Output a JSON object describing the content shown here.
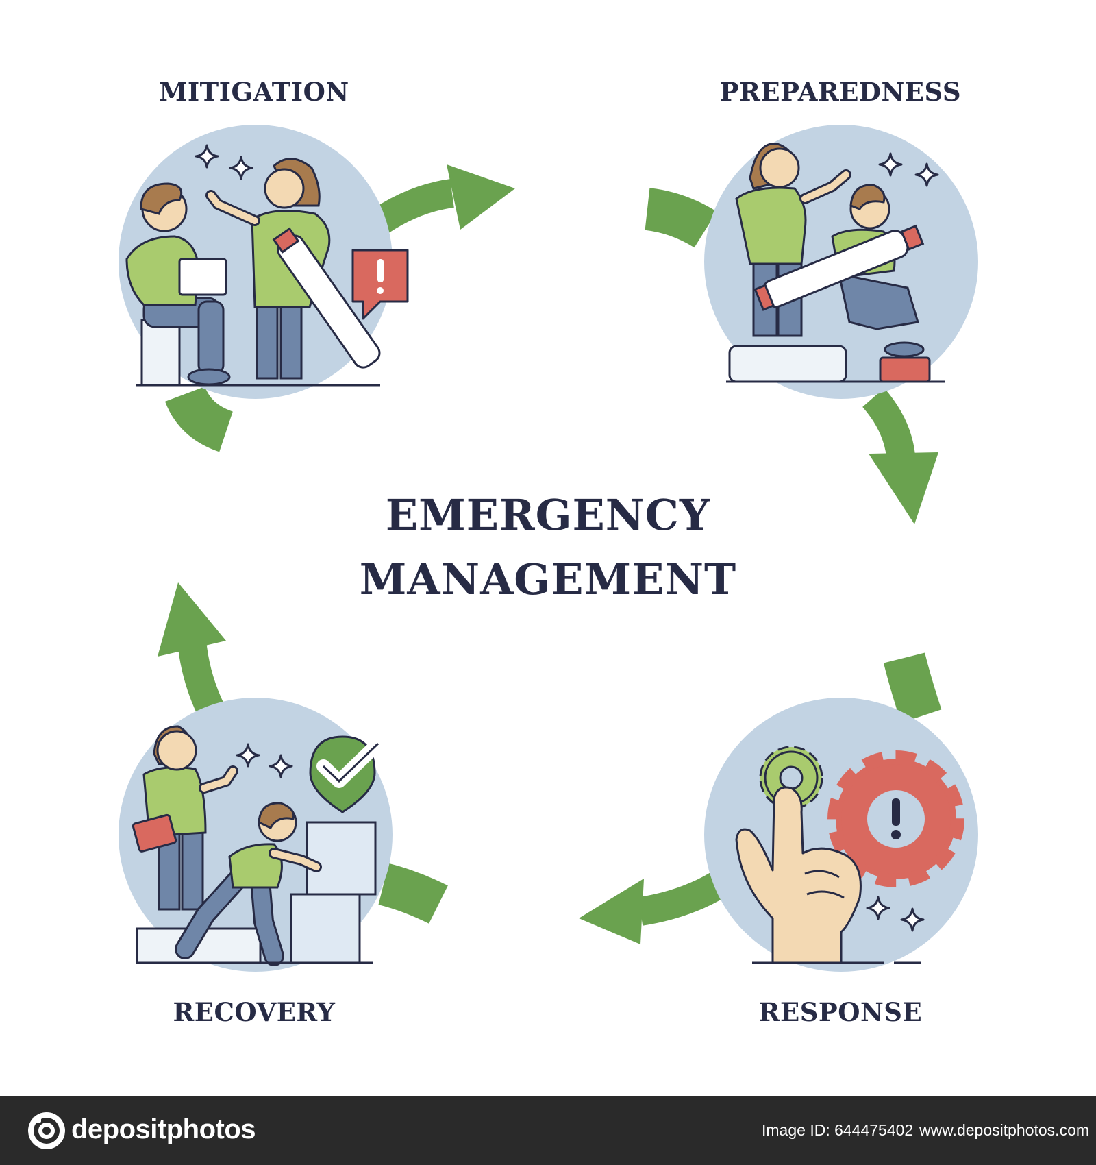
{
  "diagram": {
    "title_line1": "EMERGENCY",
    "title_line2": "MANAGEMENT",
    "stages": [
      {
        "label": "MITIGATION"
      },
      {
        "label": "PREPAREDNESS"
      },
      {
        "label": "RESPONSE"
      },
      {
        "label": "RECOVERY"
      }
    ],
    "flow": "clockwise cycle: MITIGATION → PREPAREDNESS → RESPONSE → RECOVERY → MITIGATION"
  },
  "footer": {
    "brand": "depositphotos",
    "image_id": "Image ID: 644475402",
    "site": "www.depositphotos.com"
  },
  "colors": {
    "arrow": "#6aa24f",
    "circle": "#c2d3e3",
    "text": "#272b45",
    "shirt": "#a9cb6e",
    "pants": "#6f86a8",
    "alert": "#d9695f",
    "footer_bg": "#2a2a2a"
  },
  "icons": [
    "alert-bubble-icon",
    "gear-alert-icon",
    "gear-icon",
    "checkmark-badge-icon",
    "sparkle-icon",
    "pointing-hand-icon",
    "camera-logo-icon"
  ]
}
